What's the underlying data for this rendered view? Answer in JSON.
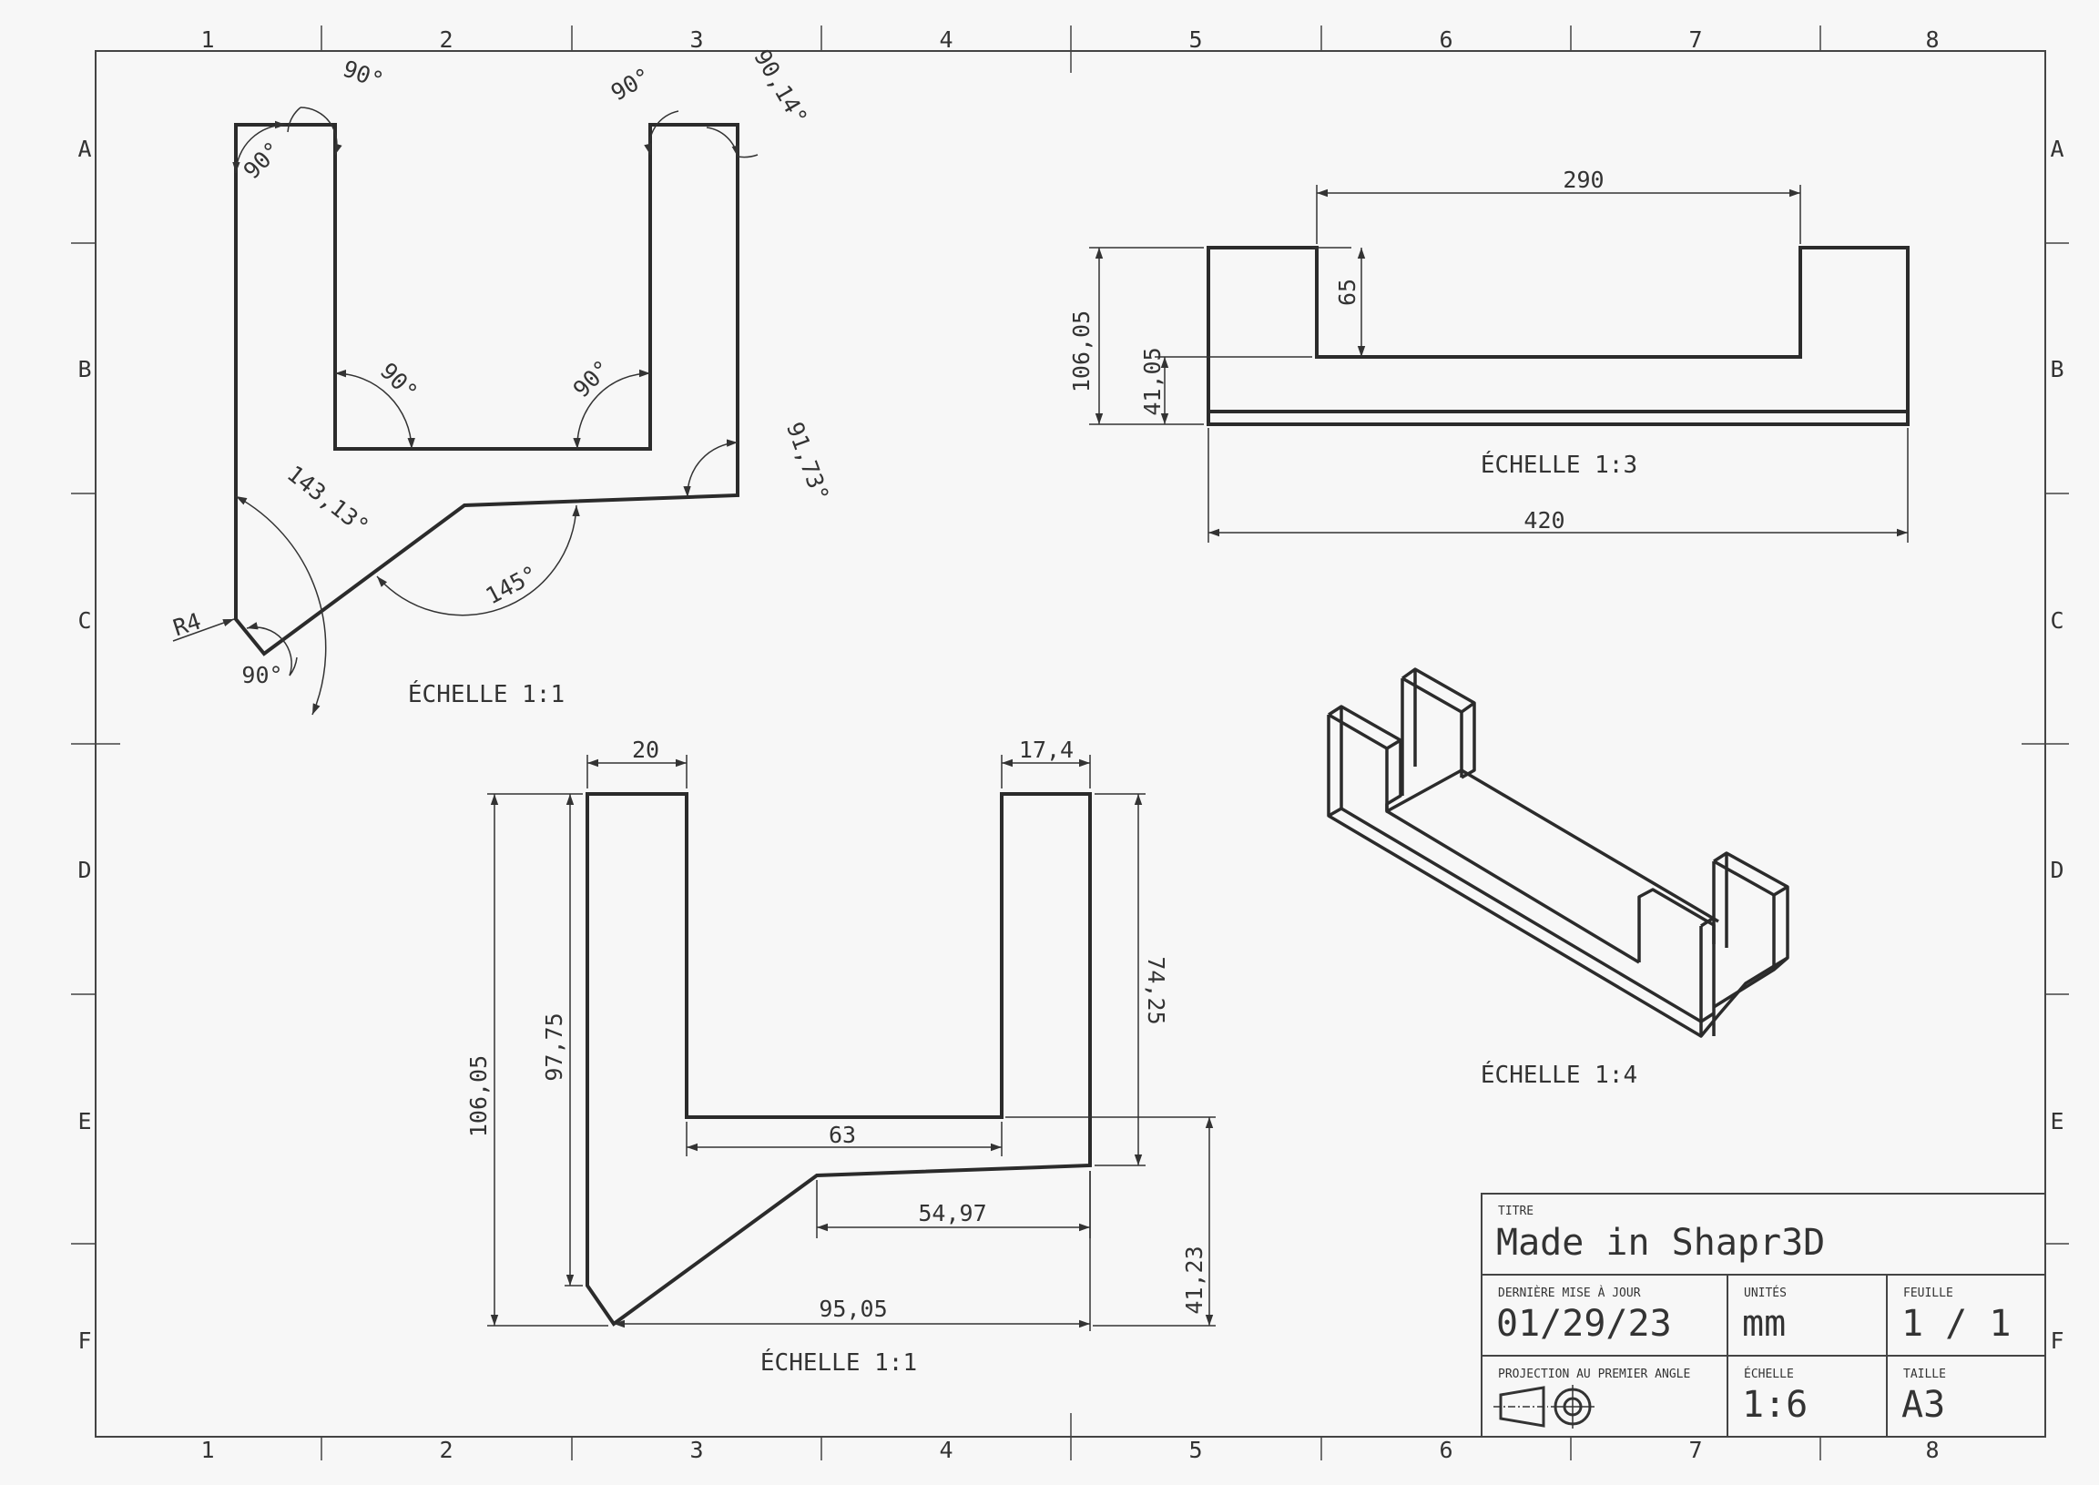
{
  "grid": {
    "columns": [
      "1",
      "2",
      "3",
      "4",
      "5",
      "6",
      "7",
      "8"
    ],
    "rows": [
      "A",
      "B",
      "C",
      "D",
      "E",
      "F"
    ]
  },
  "views": {
    "top_left": {
      "scale_label": "ÉCHELLE 1:1",
      "angles": [
        "90°",
        "90°",
        "90°",
        "90,14°",
        "90°",
        "90°",
        "91,73°",
        "143,13°",
        "145°",
        "90°"
      ],
      "radius": "R4"
    },
    "top_right": {
      "scale_label": "ÉCHELLE 1:3",
      "dims": {
        "width_inner": "290",
        "width_total": "420",
        "height_total": "106,05",
        "height_cut": "65",
        "height_base": "41,05"
      }
    },
    "bottom_left": {
      "scale_label": "ÉCHELLE 1:1",
      "dims": {
        "left_arm": "20",
        "right_arm": "17,4",
        "inner": "63",
        "slope": "54,97",
        "base": "95,05",
        "height_total": "106,05",
        "height_left": "97,75",
        "height_right": "74,25",
        "height_bottom": "41,23"
      }
    },
    "iso": {
      "scale_label": "ÉCHELLE 1:4"
    }
  },
  "title_block": {
    "title_label": "TITRE",
    "title": "Made in Shapr3D",
    "updated_label": "DERNIÈRE MISE À JOUR",
    "updated": "01/29/23",
    "units_label": "UNITÉS",
    "units": "mm",
    "sheet_label": "FEUILLE",
    "sheet": "1 / 1",
    "projection_label": "PROJECTION AU PREMIER ANGLE",
    "scale_label": "ÉCHELLE",
    "scale": "1:6",
    "size_label": "TAILLE",
    "size": "A3"
  }
}
